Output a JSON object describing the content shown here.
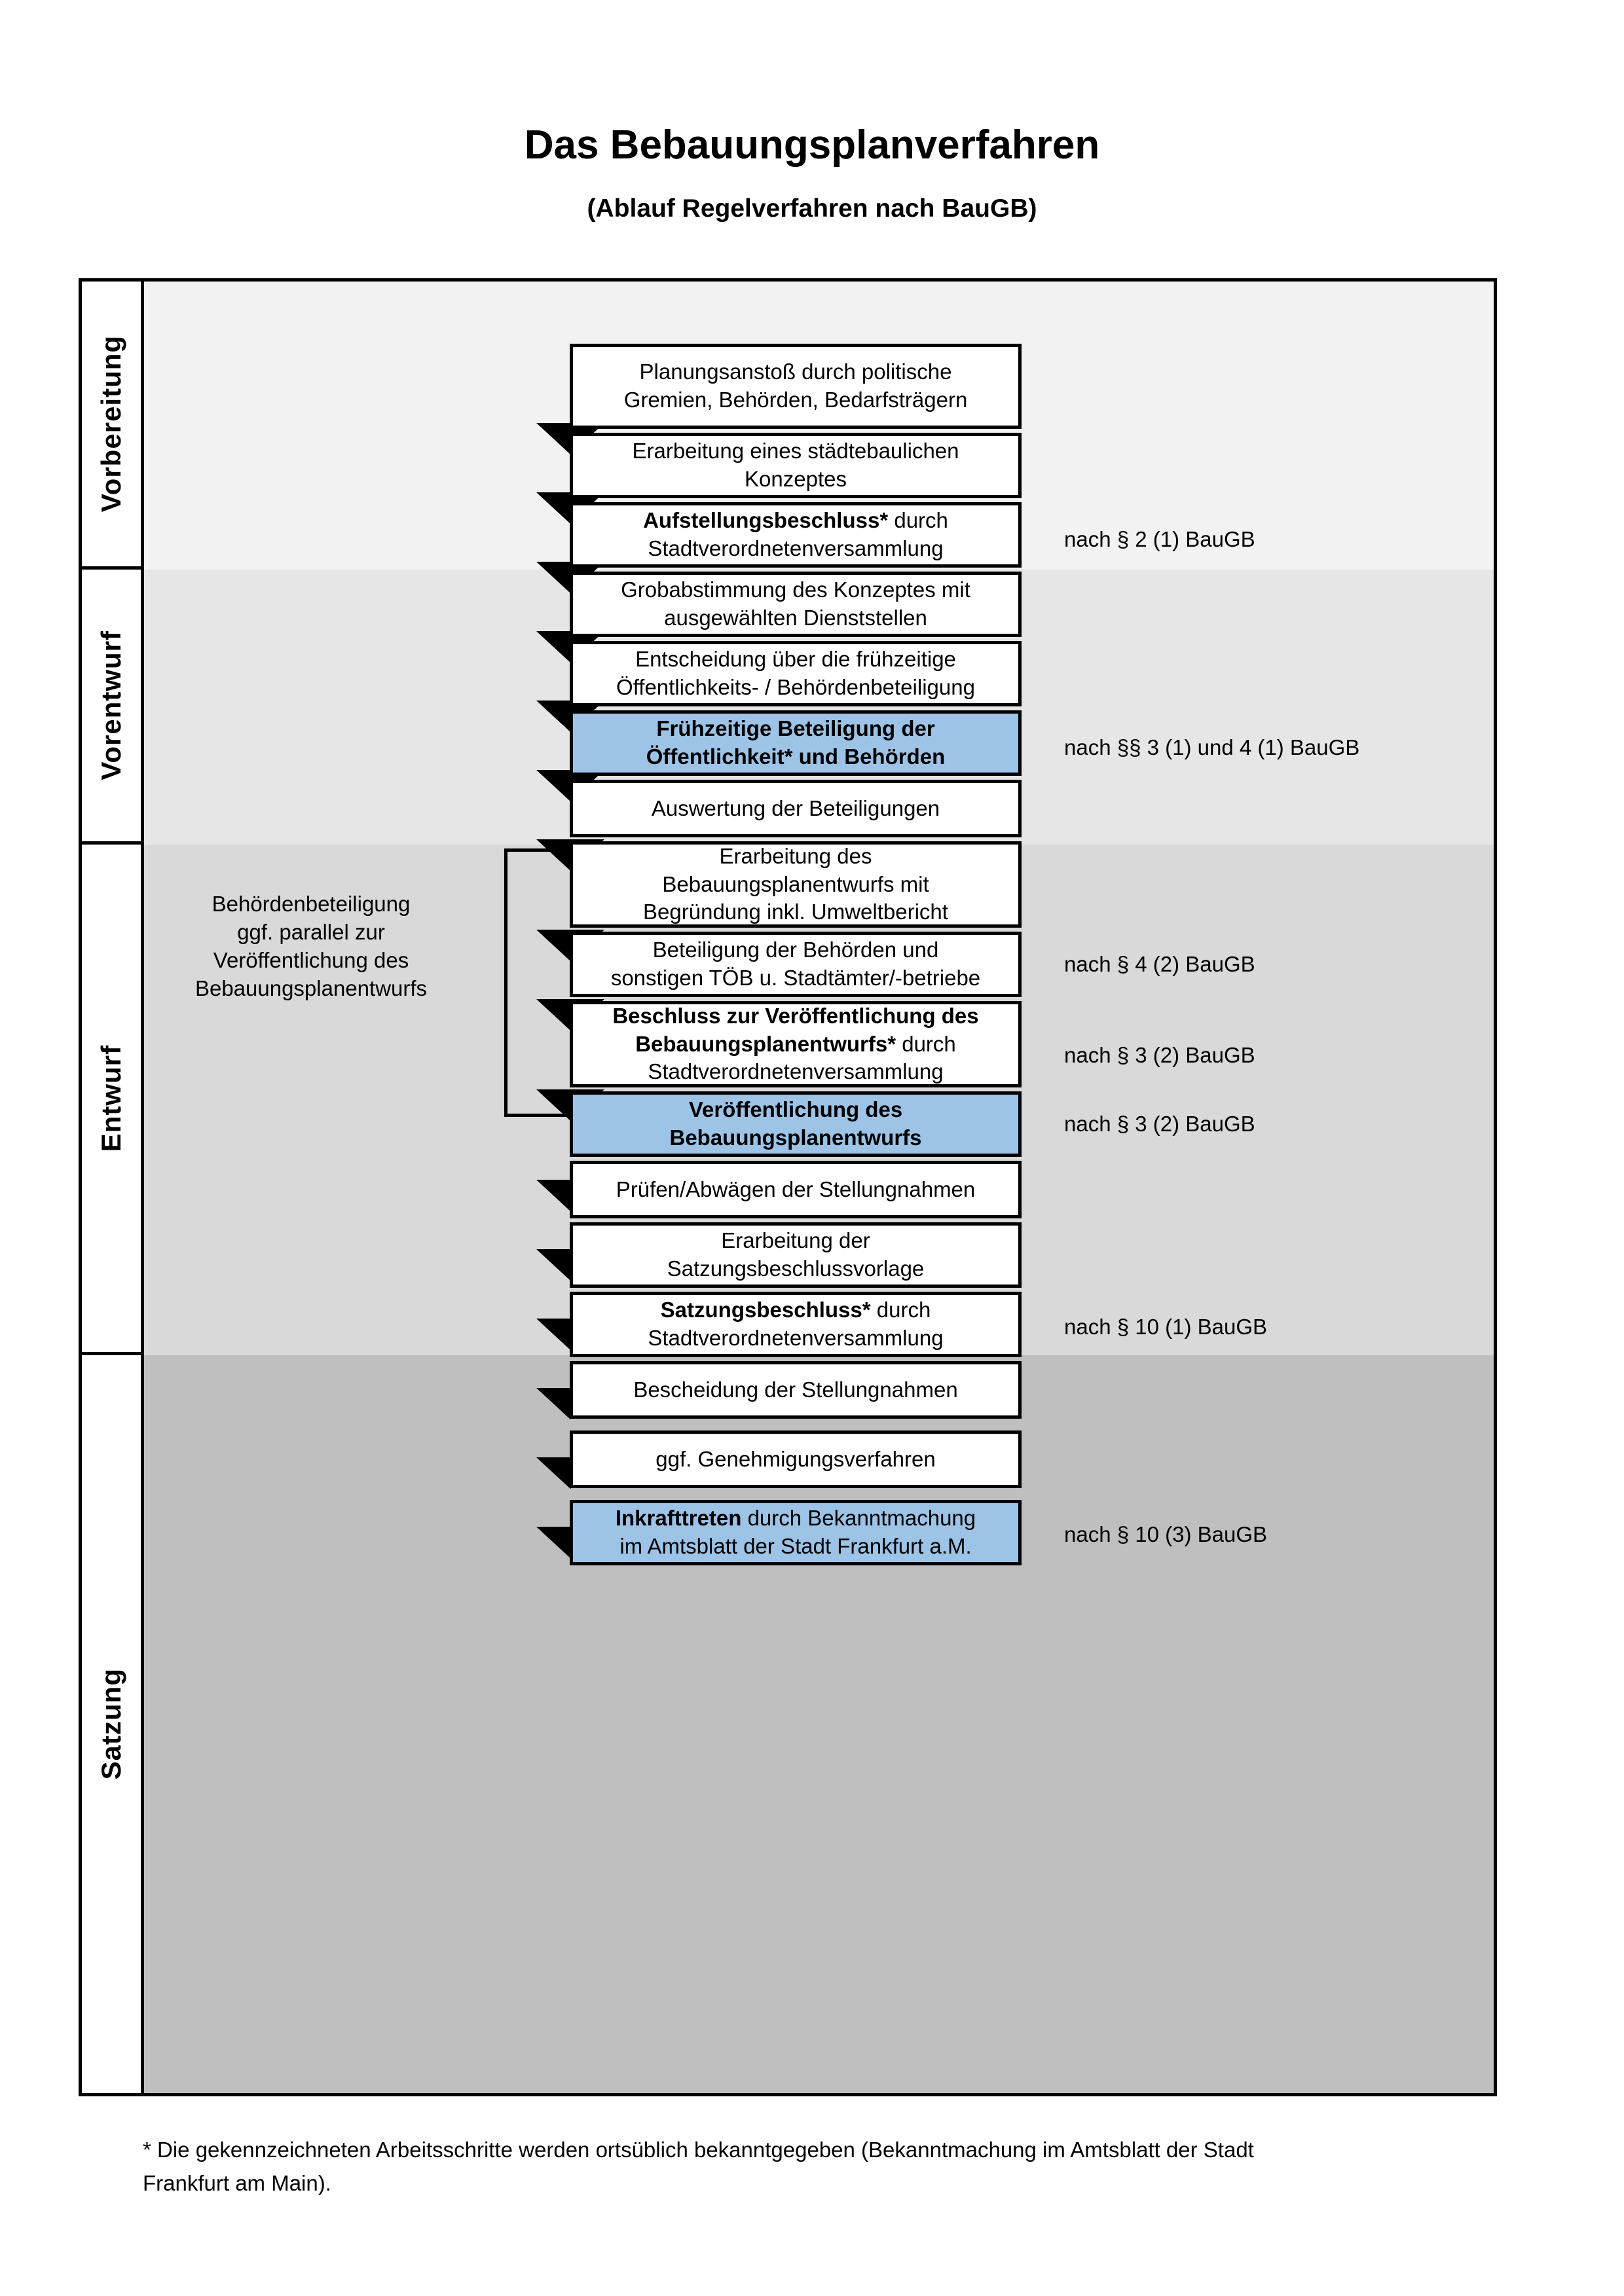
{
  "header": {
    "title": "Das Bebauungsplanverfahren",
    "subtitle": "(Ablauf Regelverfahren nach BauGB)"
  },
  "colors": {
    "highlight_box": "#9DC3E6",
    "band_vorbereitung": "#F2F2F2",
    "band_vorentwurf": "#E6E6E6",
    "band_entwurf": "#D9D9D9",
    "band_satzung": "#BFBFBF",
    "border": "#000000"
  },
  "phases": [
    {
      "label": "Vorbereitung"
    },
    {
      "label": "Vorentwurf"
    },
    {
      "label": "Entwurf"
    },
    {
      "label": "Satzung"
    }
  ],
  "steps": [
    {
      "id": "planungsanstoss",
      "line1": "Planungsanstoß durch politische",
      "line2": "Gremien, Behörden, Bedarfsträgern",
      "line3": "",
      "bold": "",
      "highlight": false
    },
    {
      "id": "konzept",
      "line1": "Erarbeitung eines städtebaulichen",
      "line2": "Konzeptes",
      "line3": "",
      "bold": "",
      "highlight": false
    },
    {
      "id": "aufstellungsbeschluss",
      "line1": "",
      "line2": "Stadtverordnetenversammlung",
      "line3": "",
      "bold": "Aufstellungsbeschluss*",
      "rest": " durch",
      "highlight": false
    },
    {
      "id": "grobabstimmung",
      "line1": "Grobabstimmung des Konzeptes mit",
      "line2": "ausgewählten Dienststellen",
      "line3": "",
      "bold": "",
      "highlight": false
    },
    {
      "id": "entscheidung-beteiligung",
      "line1": "Entscheidung über die frühzeitige",
      "line2": "Öffentlichkeits- / Behördenbeteiligung",
      "line3": "",
      "bold": "",
      "highlight": false
    },
    {
      "id": "fruehzeitige-beteiligung",
      "line1": "Frühzeitige Beteiligung der",
      "line2": "Öffentlichkeit* und Behörden",
      "line3": "",
      "bold": "all",
      "highlight": true
    },
    {
      "id": "auswertung",
      "line1": "Auswertung der Beteiligungen",
      "line2": "",
      "line3": "",
      "bold": "",
      "highlight": false
    },
    {
      "id": "erarbeitung-entwurf",
      "line1": "Erarbeitung des",
      "line2": "Bebauungsplanentwurfs mit",
      "line3": "Begründung inkl. Umweltbericht",
      "bold": "",
      "highlight": false
    },
    {
      "id": "beteiligung-behoerden",
      "line1": "Beteiligung der Behörden und",
      "line2": "sonstigen TÖB u. Stadtämter/-betriebe",
      "line3": "",
      "bold": "",
      "highlight": false
    },
    {
      "id": "beschluss-veroeffentlichung",
      "line1": "",
      "line2": "",
      "line3": "Stadtverordnetenversammlung",
      "bold": "Beschluss zur Veröffentlichung des Bebauungsplanentwurfs*",
      "rest": " durch",
      "highlight": false
    },
    {
      "id": "veroeffentlichung",
      "line1": "Veröffentlichung des",
      "line2": "Bebauungsplanentwurfs",
      "line3": "",
      "bold": "all",
      "highlight": true
    },
    {
      "id": "pruefen-abwaegen",
      "line1": "Prüfen/Abwägen der Stellungnahmen",
      "line2": "",
      "line3": "",
      "bold": "",
      "highlight": false
    },
    {
      "id": "satzungsbeschlussvorlage",
      "line1": "Erarbeitung der",
      "line2": "Satzungsbeschlussvorlage",
      "line3": "",
      "bold": "",
      "highlight": false
    },
    {
      "id": "satzungsbeschluss",
      "line1": "",
      "line2": "Stadtverordnetenversammlung",
      "line3": "",
      "bold": "Satzungsbeschluss*",
      "rest": " durch",
      "highlight": false
    },
    {
      "id": "bescheidung",
      "line1": "Bescheidung der Stellungnahmen",
      "line2": "",
      "line3": "",
      "bold": "",
      "highlight": false
    },
    {
      "id": "genehmigungsverfahren",
      "line1": "ggf. Genehmigungsverfahren",
      "line2": "",
      "line3": "",
      "bold": "",
      "highlight": false
    },
    {
      "id": "inkrafttreten",
      "line1": "",
      "line2": "im Amtsblatt der Stadt Frankfurt a.M.",
      "line3": "",
      "bold": "Inkrafttreten",
      "rest": " durch Bekanntmachung",
      "highlight": true
    }
  ],
  "step_text": {
    "planungsanstoss_l1": "Planungsanstoß durch politische",
    "planungsanstoss_l2": "Gremien, Behörden, Bedarfsträgern",
    "konzept_l1": "Erarbeitung eines städtebaulichen",
    "konzept_l2": "Konzeptes",
    "aufstellung_bold": "Aufstellungsbeschluss*",
    "aufstellung_rest": " durch",
    "aufstellung_l2": "Stadtverordnetenversammlung",
    "grobabstimmung_l1": "Grobabstimmung des Konzeptes mit",
    "grobabstimmung_l2": "ausgewählten Dienststellen",
    "entscheidung_l1": "Entscheidung über die frühzeitige",
    "entscheidung_l2": "Öffentlichkeits- / Behördenbeteiligung",
    "fruehzeitig_l1": "Frühzeitige Beteiligung der",
    "fruehzeitig_l2": "Öffentlichkeit* und Behörden",
    "auswertung_l1": "Auswertung der Beteiligungen",
    "erarbeitung_l1": "Erarbeitung des",
    "erarbeitung_l2": "Bebauungsplanentwurfs mit",
    "erarbeitung_l3": "Begründung inkl. Umweltbericht",
    "beteiligung_l1": "Beteiligung der Behörden und",
    "beteiligung_l2": "sonstigen TÖB u. Stadtämter/-betriebe",
    "beschluss_bold1": "Beschluss zur Veröffentlichung des",
    "beschluss_bold2": "Bebauungsplanentwurfs*",
    "beschluss_rest": " durch",
    "beschluss_l3": "Stadtverordnetenversammlung",
    "veroeff_l1": "Veröffentlichung des",
    "veroeff_l2": "Bebauungsplanentwurfs",
    "pruefen_l1": "Prüfen/Abwägen der Stellungnahmen",
    "satzungsvorlage_l1": "Erarbeitung der",
    "satzungsvorlage_l2": "Satzungsbeschlussvorlage",
    "satzungsbeschluss_bold": "Satzungsbeschluss*",
    "satzungsbeschluss_rest": " durch",
    "satzungsbeschluss_l2": "Stadtverordnetenversammlung",
    "bescheidung_l1": "Bescheidung der Stellungnahmen",
    "genehmigung_l1": "ggf. Genehmigungsverfahren",
    "inkrafttreten_bold": "Inkrafttreten",
    "inkrafttreten_rest": " durch Bekanntmachung",
    "inkrafttreten_l2": "im Amtsblatt der Stadt Frankfurt a.M."
  },
  "references": {
    "ref1": "nach § 2 (1) BauGB",
    "ref2": "nach §§ 3 (1) und 4 (1) BauGB",
    "ref3": "nach § 4 (2) BauGB",
    "ref4": "nach § 3 (2) BauGB",
    "ref5": "nach § 3 (2) BauGB",
    "ref6": "nach § 10 (1) BauGB",
    "ref7": "nach § 10 (3) BauGB"
  },
  "sidenote": {
    "l1": "Behördenbeteiligung",
    "l2": "ggf. parallel zur",
    "l3": "Veröffentlichung des",
    "l4": "Bebauungsplanentwurfs"
  },
  "footnote": {
    "line1": "* Die gekennzeichneten Arbeitsschritte werden ortsüblich bekanntgegeben (Bekanntmachung im Amtsblatt  der Stadt",
    "line2": "Frankfurt am Main)."
  }
}
